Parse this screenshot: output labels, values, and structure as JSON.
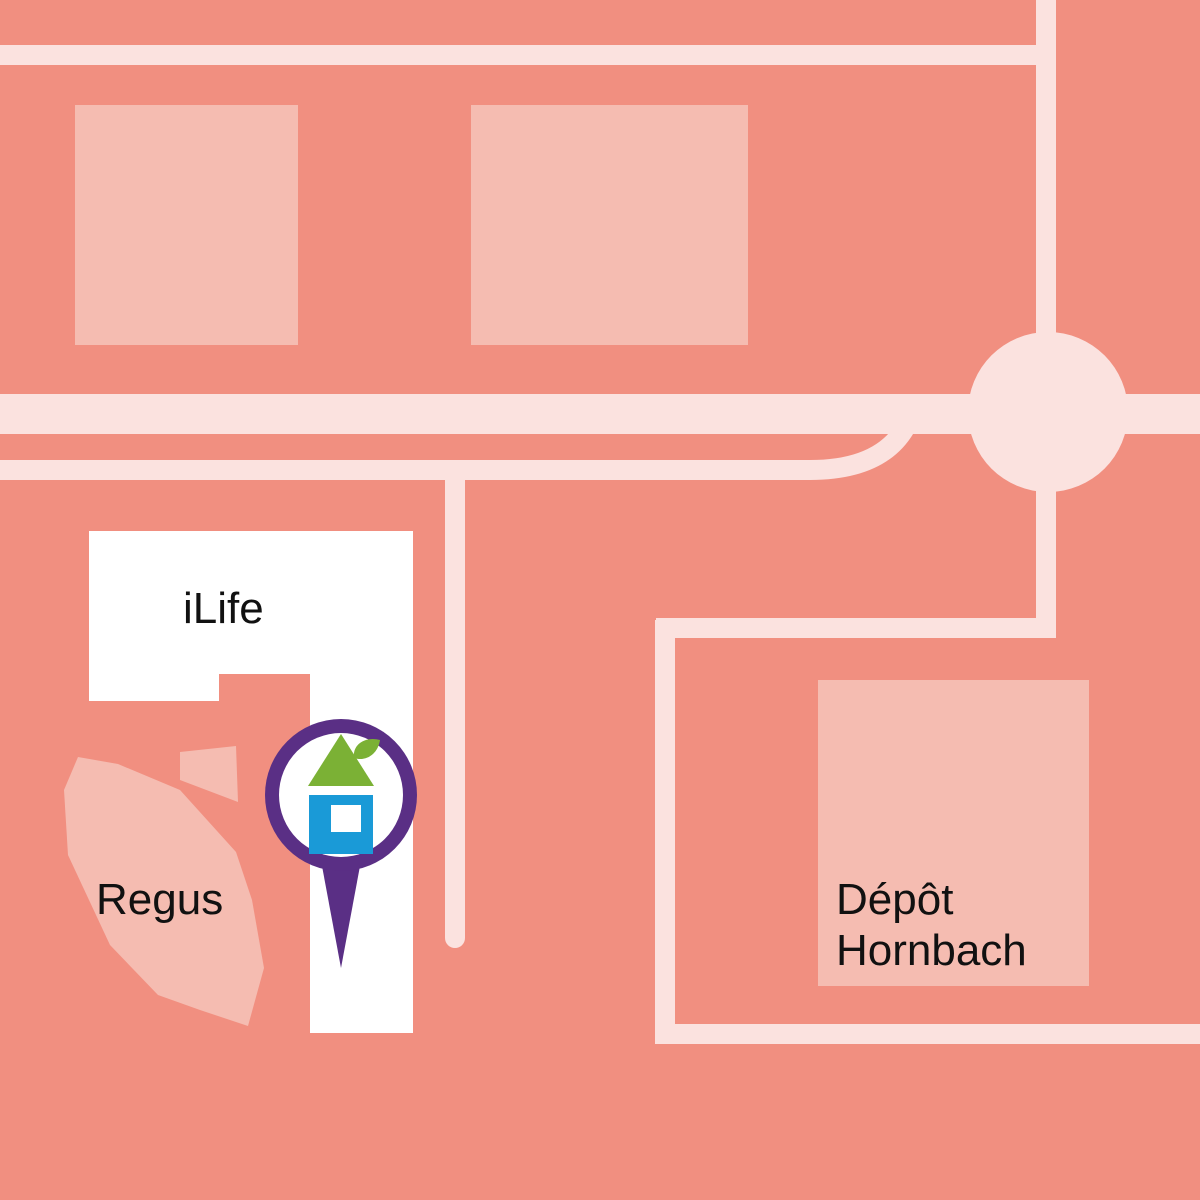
{
  "map": {
    "colors": {
      "background": "#f18f80",
      "road": "#fbe2df",
      "block": "#f5bcb1",
      "highlight_building": "#ffffff",
      "pin_ring": "#5a2f85",
      "house_roof": "#7bb135",
      "house_body": "#1a9ad7"
    },
    "labels": {
      "ilife": "iLife",
      "regus": "Regus",
      "depot_line1": "Dépôt",
      "depot_line2": "Hornbach"
    },
    "pin": {
      "icon": "house-location-pin-icon"
    }
  }
}
